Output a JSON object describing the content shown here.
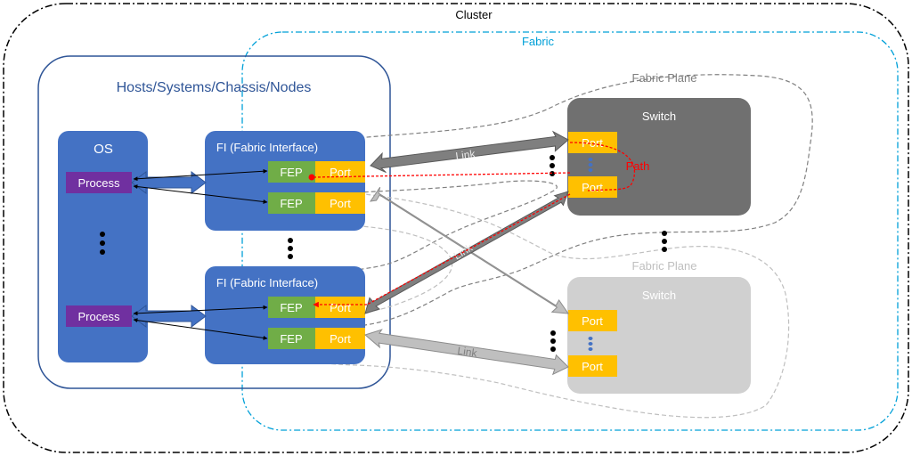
{
  "cluster": {
    "label": "Cluster"
  },
  "fabric": {
    "label": "Fabric"
  },
  "host": {
    "label": "Hosts/Systems/Chassis/Nodes"
  },
  "os": {
    "label": "OS",
    "processes": [
      "Process",
      "Process"
    ]
  },
  "fabric_interfaces": [
    {
      "label": "FI (Fabric Interface)",
      "ports": [
        {
          "fep": "FEP",
          "port": "Port"
        },
        {
          "fep": "FEP",
          "port": "Port"
        }
      ]
    },
    {
      "label": "FI (Fabric Interface)",
      "ports": [
        {
          "fep": "FEP",
          "port": "Port"
        },
        {
          "fep": "FEP",
          "port": "Port"
        }
      ]
    }
  ],
  "fabric_planes": [
    "Fabric Plane",
    "Fabric Plane"
  ],
  "switches": [
    {
      "label": "Switch",
      "ports": [
        "Port",
        "Port"
      ]
    },
    {
      "label": "Switch",
      "ports": [
        "Port",
        "Port"
      ]
    }
  ],
  "links": [
    "Link",
    "Link",
    "Link"
  ],
  "path": {
    "label": "Path"
  },
  "colors": {
    "cluster_border": "#000000",
    "fabric_border": "#00a0d8",
    "fabric_label": "#00a0d8",
    "host_border": "#2f5597",
    "host_label": "#2f5597",
    "blue_block": "#4472c4",
    "process": "#7030a0",
    "fep": "#70ad47",
    "port": "#ffc000",
    "switch_dark": "#707070",
    "switch_light": "#d0d0d0",
    "link_dark": "#7f7f7f",
    "link_light": "#bfbfbf",
    "path": "#ff0000",
    "plane_label": "#7f7f7f"
  }
}
